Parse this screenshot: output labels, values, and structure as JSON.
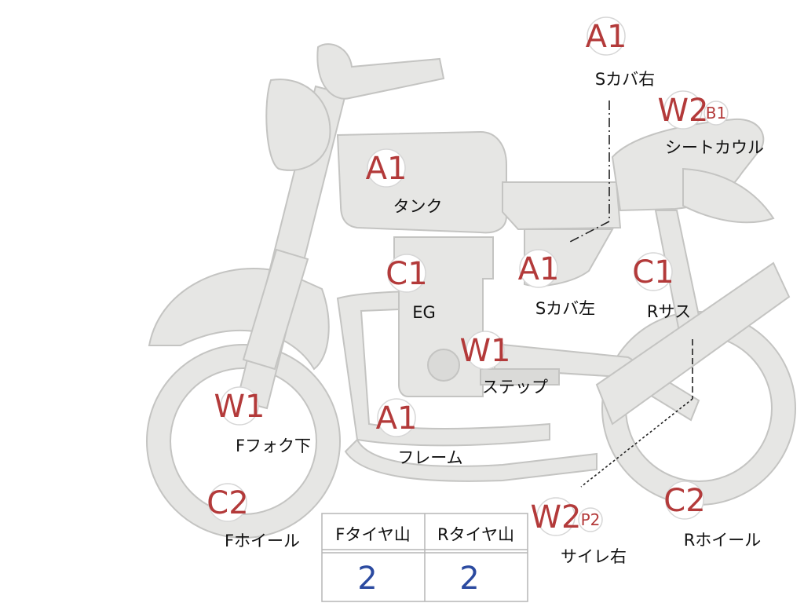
{
  "parts": [
    {
      "id": "s-cover-right",
      "code": "A1",
      "sub": "",
      "label": "Sカバ右"
    },
    {
      "id": "seat-cowl",
      "code": "W2",
      "sub": "B1",
      "label": "シートカウル"
    },
    {
      "id": "tank",
      "code": "A1",
      "sub": "",
      "label": "タンク"
    },
    {
      "id": "engine",
      "code": "C1",
      "sub": "",
      "label": "EG"
    },
    {
      "id": "s-cover-left",
      "code": "A1",
      "sub": "",
      "label": "Sカバ左"
    },
    {
      "id": "rear-suspension",
      "code": "C1",
      "sub": "",
      "label": "Rサス"
    },
    {
      "id": "step",
      "code": "W1",
      "sub": "",
      "label": "ステップ"
    },
    {
      "id": "front-fork-lower",
      "code": "W1",
      "sub": "",
      "label": "Fフォク下"
    },
    {
      "id": "frame",
      "code": "A1",
      "sub": "",
      "label": "フレーム"
    },
    {
      "id": "front-wheel",
      "code": "C2",
      "sub": "",
      "label": "Fホイール"
    },
    {
      "id": "muffler-right",
      "code": "W2",
      "sub": "P2",
      "label": "サイレ右"
    },
    {
      "id": "rear-wheel",
      "code": "C2",
      "sub": "",
      "label": "Rホイール"
    }
  ],
  "tire_table": {
    "headers": [
      "Fタイヤ山",
      "Rタイヤ山"
    ],
    "values": [
      "2",
      "2"
    ]
  }
}
